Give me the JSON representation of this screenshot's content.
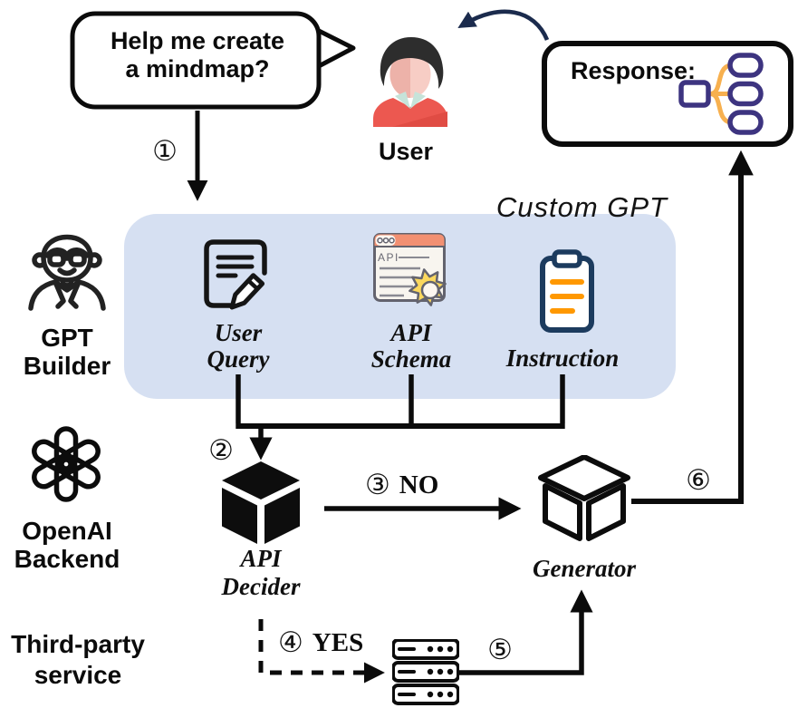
{
  "speech_bubble": {
    "line1": "Help me create",
    "line2": "a mindmap?"
  },
  "user_label": "User",
  "response": {
    "title": "Response:"
  },
  "custom_gpt": {
    "title": "Custom GPT",
    "components": [
      {
        "line1": "User",
        "line2": "Query"
      },
      {
        "line1": "API",
        "line2": "Schema",
        "icon_text": "API"
      },
      {
        "line1": "Instruction"
      }
    ]
  },
  "actors": {
    "gpt_builder": {
      "line1": "GPT",
      "line2": "Builder"
    },
    "openai": {
      "line1": "OpenAI",
      "line2": "Backend"
    },
    "third_party": {
      "line1": "Third-party",
      "line2": "service"
    }
  },
  "nodes": {
    "api_decider": {
      "line1": "API",
      "line2": "Decider"
    },
    "generator": "Generator"
  },
  "steps": {
    "s1": "①",
    "s2": "②",
    "s3": "③",
    "s4": "④",
    "s5": "⑤",
    "s6": "⑥"
  },
  "decisions": {
    "no": "NO",
    "yes": "YES"
  },
  "icons": [
    "speech-bubble",
    "user-avatar-icon",
    "curved-return-arrow-icon",
    "mindmap-icon",
    "document-pencil-icon",
    "api-window-icon",
    "clipboard-icon",
    "gpt-builder-icon",
    "openai-logo-icon",
    "api-decider-cube-icon",
    "generator-cube-icon",
    "server-stack-icon"
  ],
  "colors": {
    "panel": "#d6e0f2",
    "ink": "#0b0b0b",
    "navy_arrow": "#1b2b4d",
    "mindmap_purple": "#3d3480",
    "mindmap_orange": "#f7b04f",
    "clipboard_navy": "#1c3b5e",
    "clipboard_orange": "#ff9800",
    "window_bar_salmon": "#f29072",
    "star_yellow": "#fbd85e",
    "shirt_red": "#ec5850",
    "collar_mint": "#c6e3d9",
    "skin": "#f7cdc5",
    "hair": "#2d2d2d"
  }
}
